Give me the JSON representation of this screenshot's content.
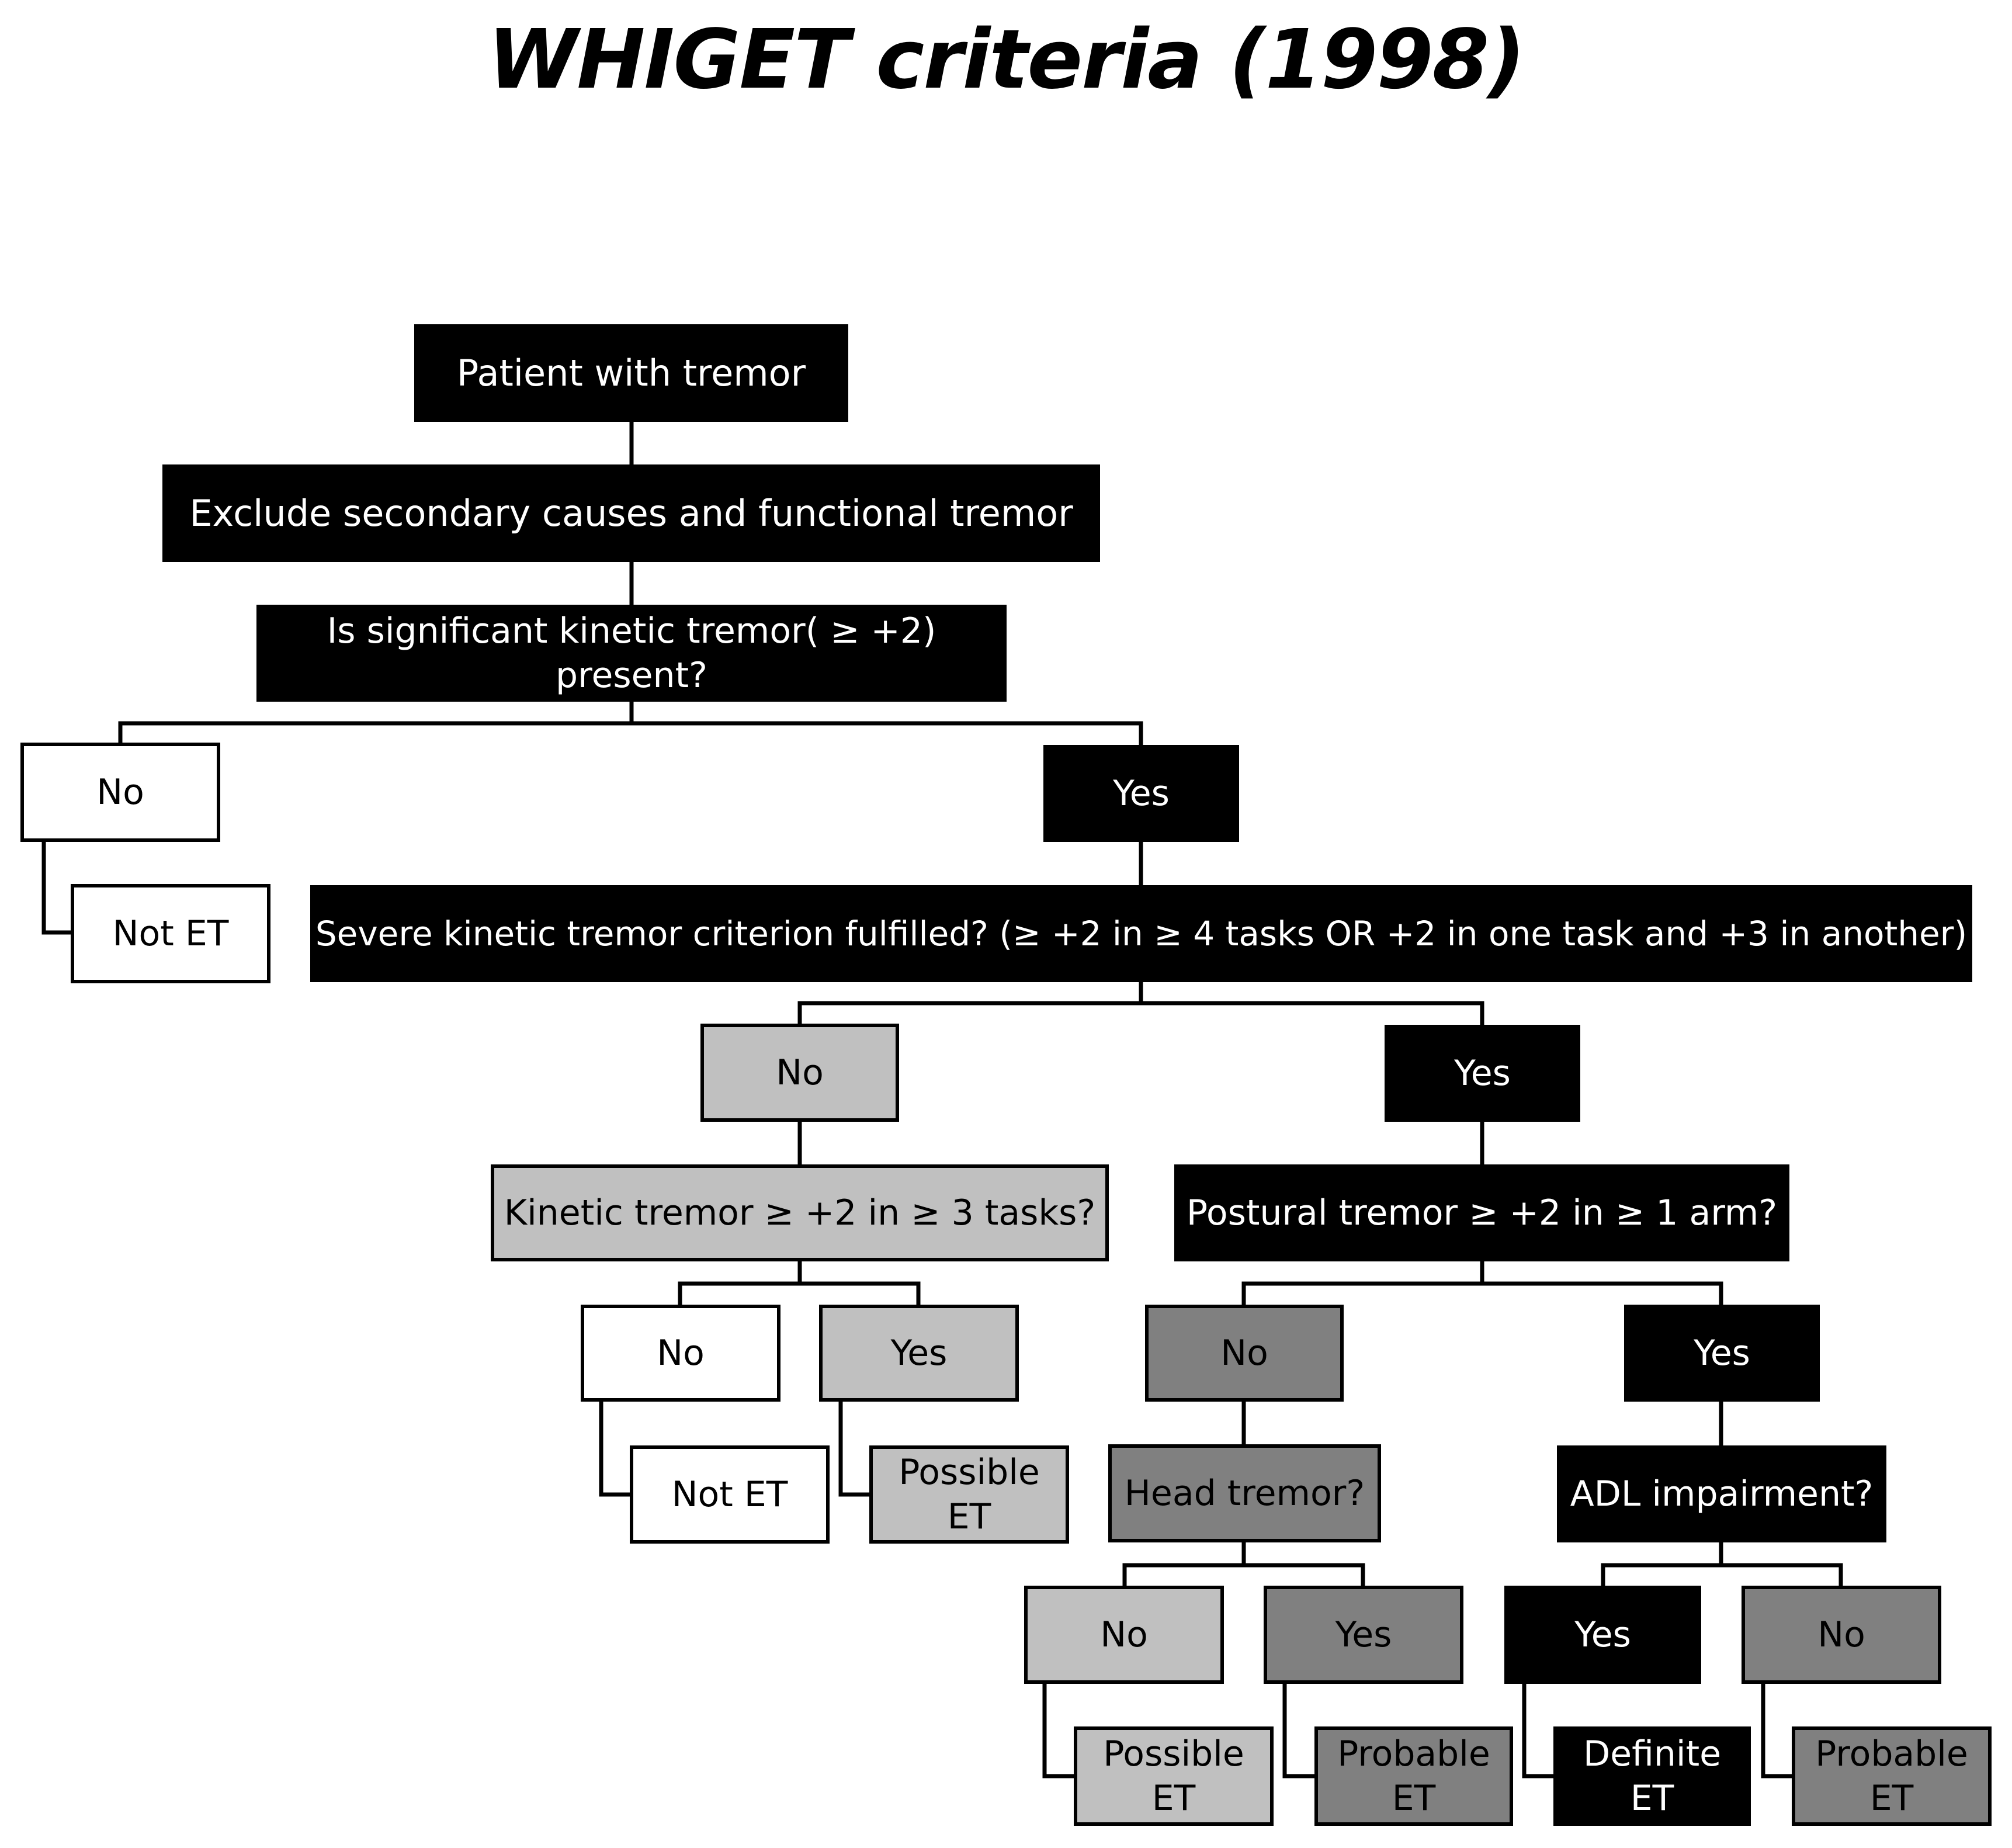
{
  "title": "WHIGET criteria (1998)",
  "nodes": {
    "patient": "Patient with tremor",
    "exclude": "Exclude secondary causes and functional tremor",
    "kinetic_q": "Is significant kinetic tremor( ≥ +2) present?",
    "no_1": "No",
    "yes_1": "Yes",
    "not_et_1": "Not ET",
    "severe_q": "Severe kinetic tremor criterion fulfilled? (≥ +2 in ≥ 4 tasks OR +2 in one task and +3 in another)",
    "no_2": "No",
    "yes_2": "Yes",
    "kinetic3_q": "Kinetic tremor ≥ +2 in ≥ 3 tasks?",
    "postural_q": "Postural tremor ≥ +2 in ≥ 1 arm?",
    "no_3": "No",
    "yes_3": "Yes",
    "not_et_2": "Not ET",
    "possible_et_1_a": "Possible",
    "possible_et_1_b": "ET",
    "no_4": "No",
    "yes_4": "Yes",
    "head_q": "Head tremor?",
    "adl_q": "ADL impairment?",
    "no_5": "No",
    "yes_5": "Yes",
    "yes_6": "Yes",
    "no_6": "No",
    "possible_et_2_a": "Possible",
    "possible_et_2_b": "ET",
    "probable_et_1_a": "Probable",
    "probable_et_1_b": "ET",
    "definite_et": "Definite ET",
    "probable_et_2_a": "Probable",
    "probable_et_2_b": "ET"
  },
  "colors": {
    "black": "#000000",
    "white": "#ffffff",
    "light_gray": "#c0c0c0",
    "mid_gray": "#808080"
  }
}
